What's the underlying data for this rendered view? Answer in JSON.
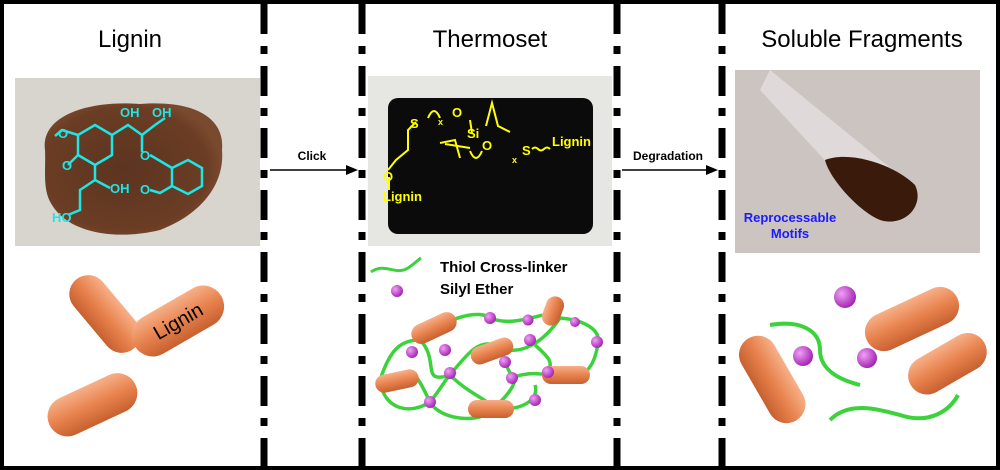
{
  "panels": {
    "lignin": {
      "title": "Lignin",
      "rod_label": "Lignin",
      "chem_labels": [
        "OH",
        "OH",
        "OH",
        "HO",
        "O",
        "O",
        "O",
        "O"
      ]
    },
    "thermoset": {
      "title": "Thermoset",
      "chem": {
        "s1": "S",
        "s2": "S",
        "o1": "O",
        "o2": "O",
        "o3": "O",
        "si": "Si",
        "x1": "x",
        "x2": "x",
        "lignin1": "Lignin",
        "lignin2": "Lignin"
      }
    },
    "fragments": {
      "title": "Soluble Fragments",
      "overlay": [
        "Reprocessable",
        "Motifs"
      ]
    }
  },
  "arrows": {
    "click": "Click",
    "degradation": "Degradation"
  },
  "legend": {
    "thiol": "Thiol Cross-linker",
    "silyl": "Silyl Ether"
  },
  "colors": {
    "rod": "#e8834f",
    "crosslinker": "#3cd23c",
    "silyl": "#c040c8",
    "lignin_chem": "#1ee6e6",
    "thermoset_chem": "#ffff00",
    "overlay_text": "#1a1aff"
  }
}
